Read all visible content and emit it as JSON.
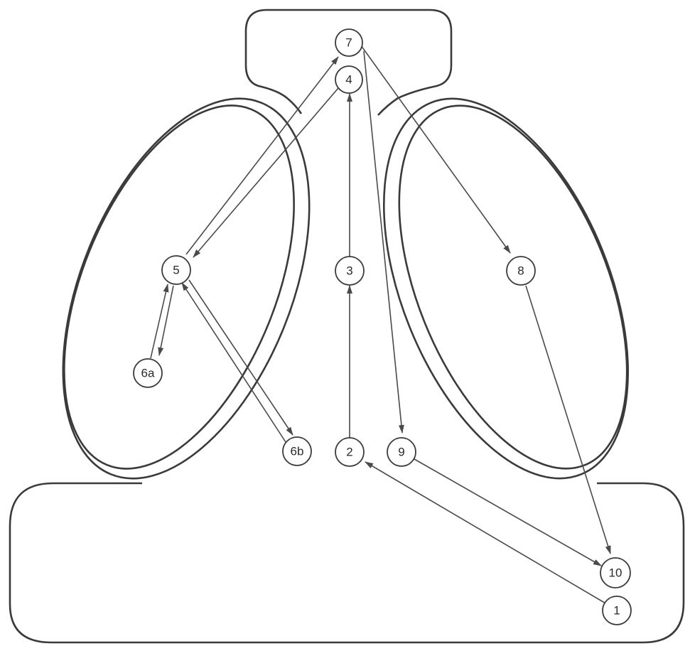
{
  "diagram": {
    "colors": {
      "line": "#3a3a3a",
      "arrow": "#4a4a4a",
      "background": "#ffffff"
    },
    "nodes": [
      {
        "id": "1",
        "label": "1"
      },
      {
        "id": "2",
        "label": "2"
      },
      {
        "id": "3",
        "label": "3"
      },
      {
        "id": "4",
        "label": "4"
      },
      {
        "id": "5",
        "label": "5"
      },
      {
        "id": "6a",
        "label": "6a"
      },
      {
        "id": "6b",
        "label": "6b"
      },
      {
        "id": "7",
        "label": "7"
      },
      {
        "id": "8",
        "label": "8"
      },
      {
        "id": "9",
        "label": "9"
      },
      {
        "id": "10",
        "label": "10"
      }
    ],
    "edges": [
      {
        "from": "1",
        "to": "2"
      },
      {
        "from": "2",
        "to": "3"
      },
      {
        "from": "3",
        "to": "4"
      },
      {
        "from": "4",
        "to": "5"
      },
      {
        "from": "5",
        "to": "6a"
      },
      {
        "from": "6a",
        "to": "5"
      },
      {
        "from": "5",
        "to": "6b"
      },
      {
        "from": "6b",
        "to": "5"
      },
      {
        "from": "5",
        "to": "7"
      },
      {
        "from": "7",
        "to": "8"
      },
      {
        "from": "7",
        "to": "9"
      },
      {
        "from": "8",
        "to": "10"
      },
      {
        "from": "9",
        "to": "10"
      }
    ]
  }
}
